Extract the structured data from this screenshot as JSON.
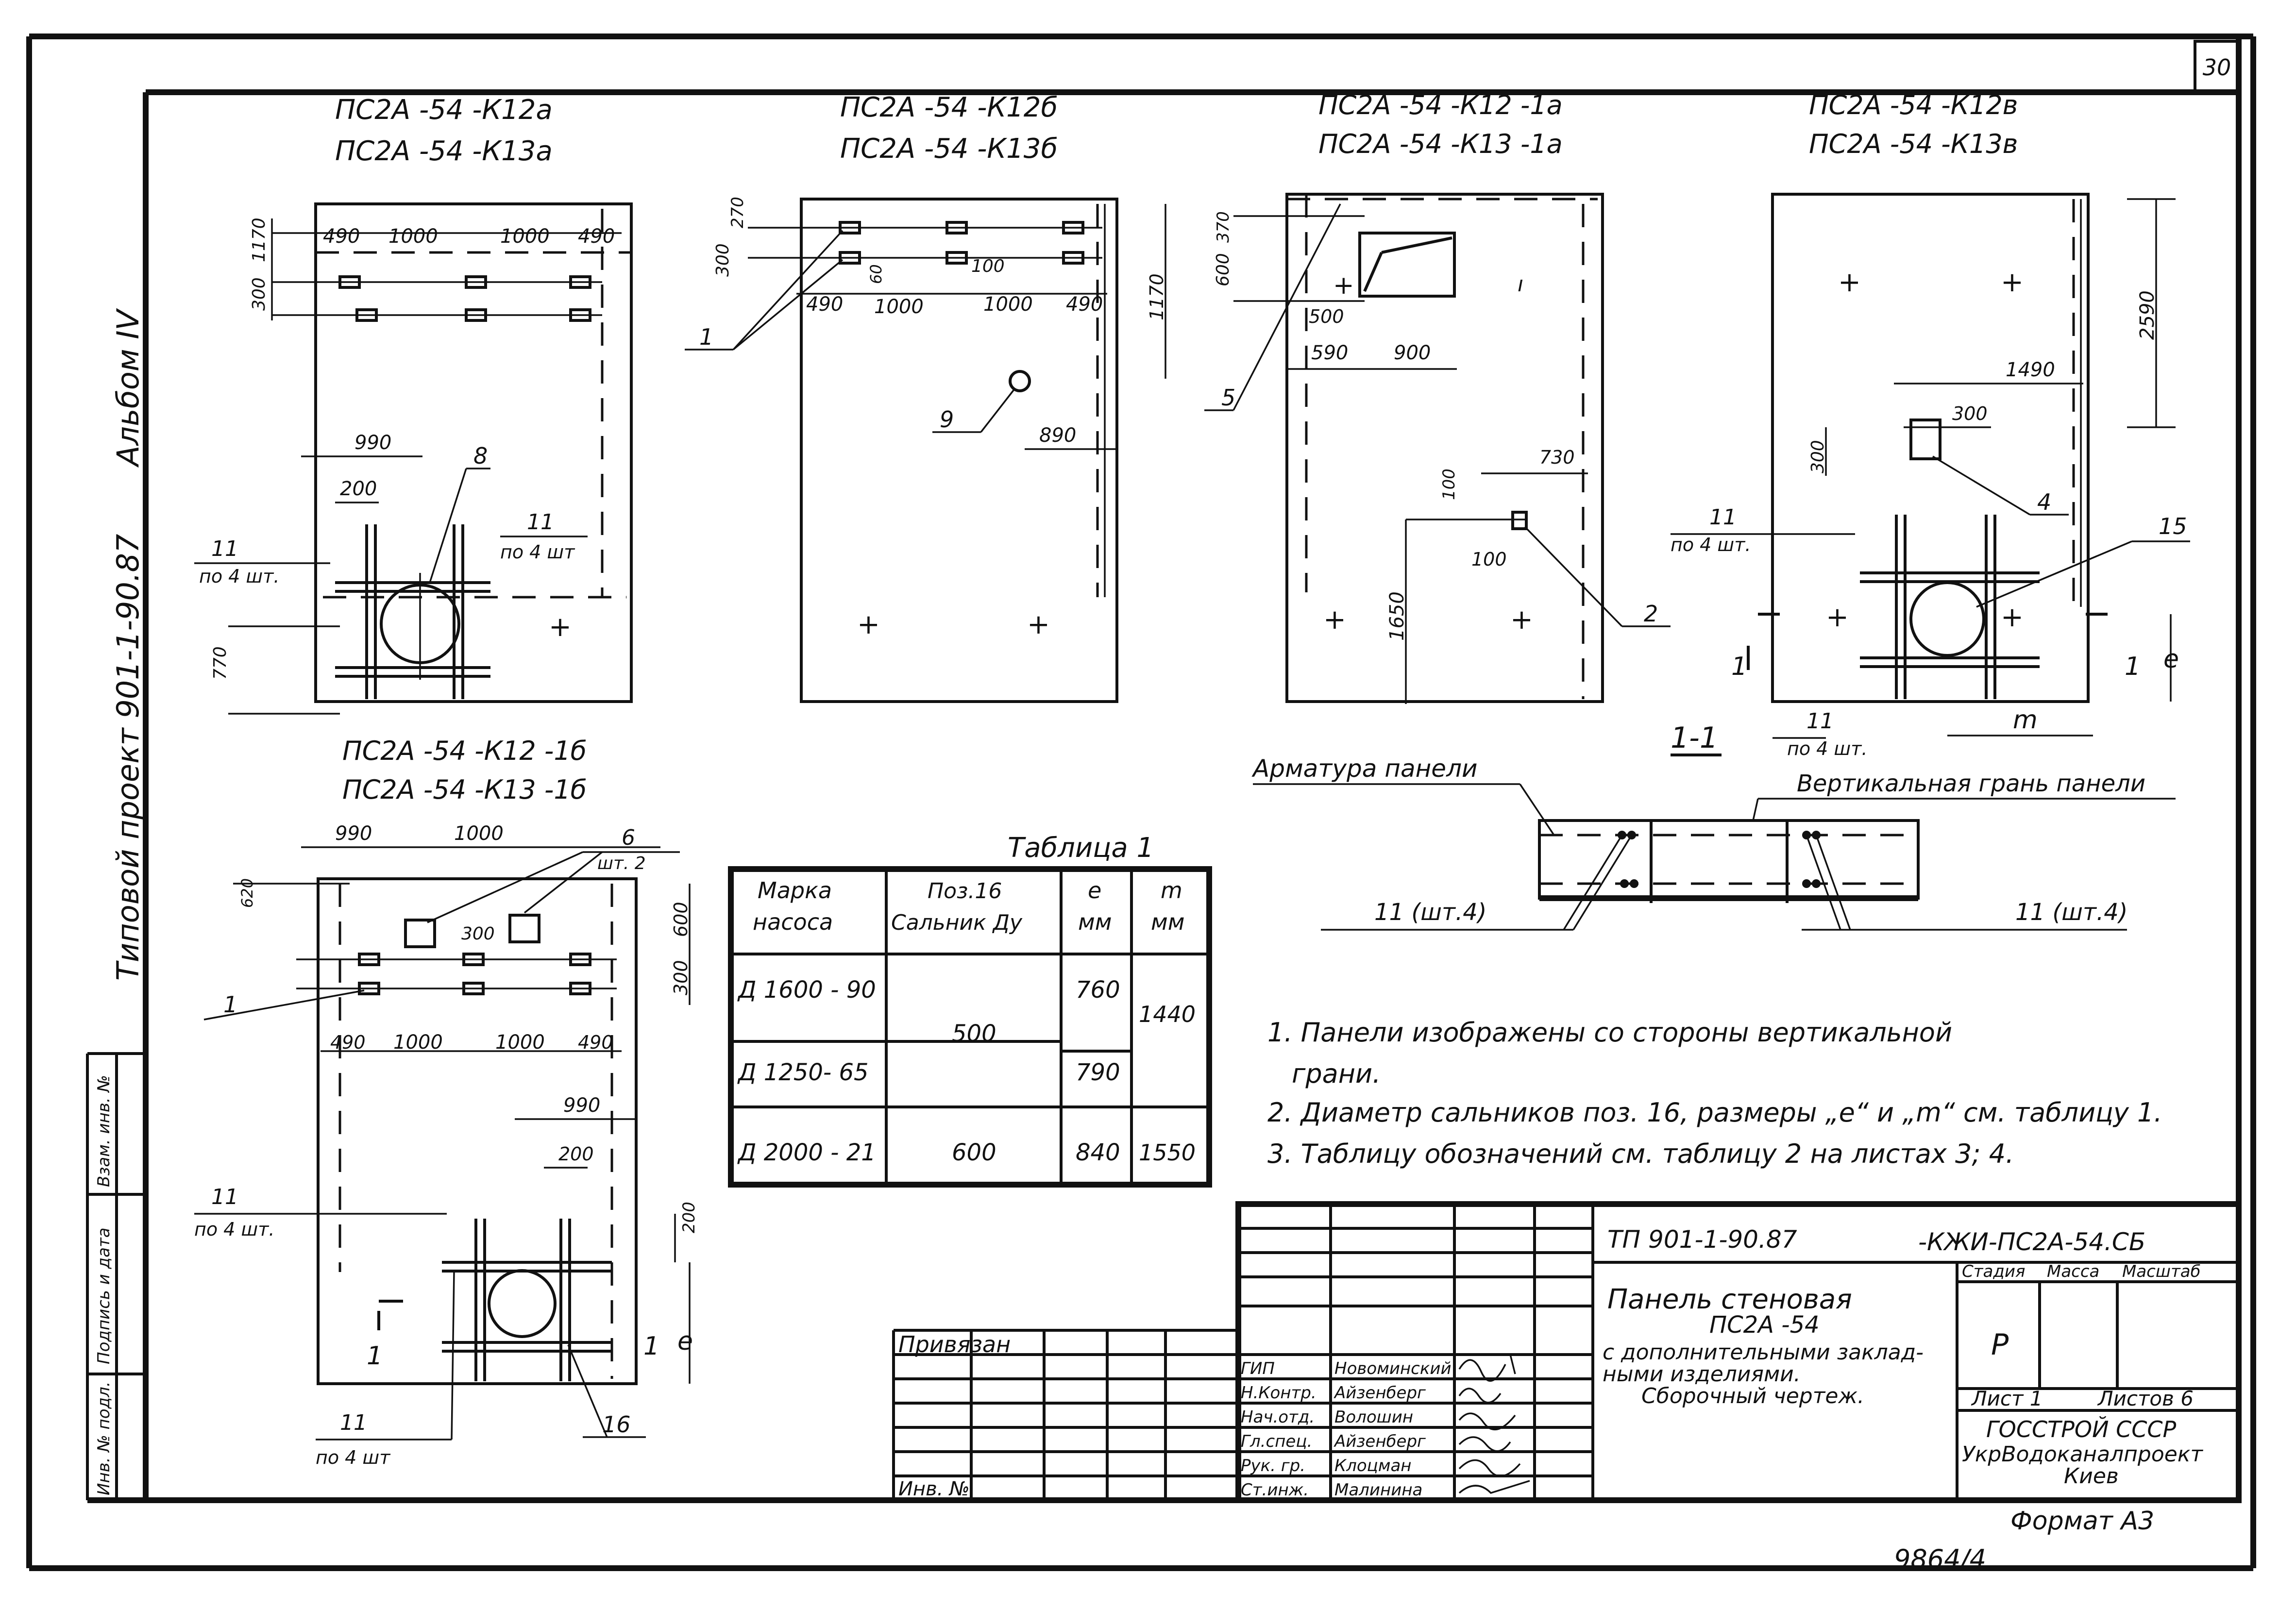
{
  "sheet": {
    "page_number": "30",
    "album_label": "Альбом IV",
    "project_label": "Типовой проект 901-1-90.87",
    "format_label": "Формат А3",
    "archive_number": "9864/4"
  },
  "left_stamp": {
    "inv_orig": "Инв. № подл.",
    "sign_date": "Подпись и дата",
    "vzam_inv": "Взам. инв. №"
  },
  "views": {
    "a": {
      "title1": "ПС2А -54 -К12а",
      "title2": "ПС2А -54 -К13а",
      "d_1170": "1170",
      "d_300": "300",
      "d_490_l": "490",
      "d_1000_a": "1000",
      "d_1000_b": "1000",
      "d_490_r": "490",
      "d_990": "990",
      "d_200": "200",
      "d_770": "770",
      "label_8": "8",
      "label_11_left": "11",
      "label_11_left_sub": "по 4 шт.",
      "label_11_right": "11",
      "label_11_right_sub": "по 4 шт"
    },
    "b": {
      "title1": "ПС2А -54 -К12б",
      "title2": "ПС2А -54 -К13б",
      "d_270": "270",
      "d_300": "300",
      "d_60": "60",
      "d_100": "100",
      "d_490_l": "490",
      "d_1000_a": "1000",
      "d_1000_b": "1000",
      "d_490_r": "490",
      "d_1170": "1170",
      "d_890": "890",
      "label_1": "1",
      "label_9": "9"
    },
    "c": {
      "title1": "ПС2А -54 -К12 -1а",
      "title2": "ПС2А -54 -К13 -1а",
      "d_370": "370",
      "d_600": "600",
      "d_500": "500",
      "d_590": "590",
      "d_900": "900",
      "d_730": "730",
      "d_100_a": "100",
      "d_100_b": "100",
      "d_1650": "1650",
      "label_5": "5",
      "label_2": "2"
    },
    "d": {
      "title1": "ПС2А -54 -К12в",
      "title2": "ПС2А -54 -К13в",
      "d_2590": "2590",
      "d_1490": "1490",
      "d_300_a": "300",
      "d_300_b": "300",
      "label_4": "4",
      "label_15": "15",
      "label_11_top": "11",
      "label_11_top_sub": "по 4 шт.",
      "label_11_bot": "11",
      "label_11_bot_sub": "по 4 шт.",
      "d_m": "m",
      "d_e": "e",
      "cut_1l": "1",
      "cut_1r": "1"
    },
    "e": {
      "title1": "ПС2А -54 -К12 -1б",
      "title2": "ПС2А -54 -К13 -1б",
      "d_990_top": "990",
      "d_1000_top": "1000",
      "label_6": "6",
      "label_6_sub": "шт. 2",
      "d_620": "620",
      "d_300_c": "300",
      "d_600": "600",
      "d_300_r": "300",
      "d_490_l": "490",
      "d_1000_a": "1000",
      "d_1000_b": "1000",
      "d_490_r": "490",
      "label_1": "1",
      "d_990": "990",
      "d_200": "200",
      "d_200_r": "200",
      "label_11_a": "11",
      "label_11_a_sub": "по 4 шт.",
      "label_11_b": "11",
      "label_11_b_sub": "по 4 шт",
      "label_16": "16",
      "d_e": "e",
      "cut_1": "1",
      "cut_1r": "1"
    }
  },
  "section": {
    "title": "1-1",
    "armatura": "Арматура панели",
    "vert_face": "Вертикальная грань панели",
    "label_11_left": "11 (шт.4)",
    "label_11_right": "11 (шт.4)"
  },
  "table1": {
    "title": "Таблица 1",
    "headers": [
      "Марка насоса",
      "Поз. 16 Сальник Ду",
      "e мм",
      "m мм"
    ],
    "rows": [
      {
        "mark": "Д 1600 - 90",
        "e": "760"
      },
      {
        "mark": "Д 1250- 65",
        "e": "790"
      },
      {
        "mark": "Д 2000 - 21",
        "du": "600",
        "e": "840",
        "m": "1550"
      }
    ],
    "merged_du": "500",
    "merged_m": "1440"
  },
  "notes": [
    "1. Панели изображены со стороны вертикальной",
    "грани.",
    "2. Диаметр сальников поз. 16, размеры „е“ и „m“ см. таблицу 1.",
    "3. Таблицу обозначений см. таблицу 2 на листах 3; 4."
  ],
  "title_block": {
    "doc_code": "ТП 901-1-90.87",
    "doc_code2": "-КЖИ-ПС2А-54.СБ",
    "title1": "Панель стеновая",
    "title2": "ПС2А -54",
    "title3": "с дополнительными заклад-",
    "title4": "ными изделиями.",
    "title5": "Сборочный чертеж.",
    "stage_h": "Стадия",
    "mass_h": "Масса",
    "scale_h": "Масштаб",
    "stage": "Р",
    "sheet": "Лист 1",
    "sheets": "Листов 6",
    "org1": "ГОССТРОЙ СССР",
    "org2": "УкрВодоканалпроект",
    "org3": "Киев",
    "privyazan": "Привязан",
    "inv_no": "Инв. №",
    "roles": [
      "ГИП",
      "Н.Контр.",
      "Нач.отд.",
      "Гл.спец.",
      "Рук. гр.",
      "Ст.инж."
    ],
    "names": [
      "Новоминский",
      "Айзенберг",
      "Волошин",
      "Айзенберг",
      "Клоцман",
      "Малинина"
    ]
  }
}
